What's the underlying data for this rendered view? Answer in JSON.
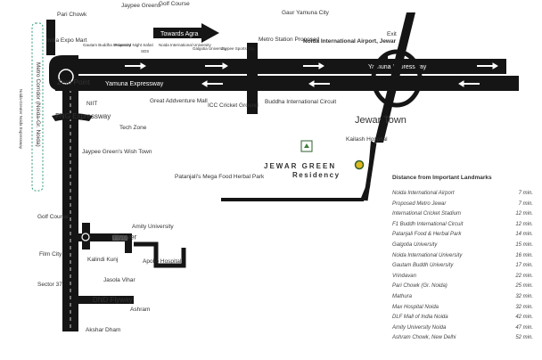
{
  "places": {
    "pari_chowk": "Pari Chowk",
    "jaypee_greens": "Jaypee Greens",
    "golf_course_top": "Golf Course",
    "gaur_yamuna_city": "Gaur Yamuna City",
    "exit": "Exit",
    "india_expo_mart": "India Expo Mart",
    "gautam_buddha_univ": "Gautam Buddha University",
    "proposed_night_safari": "Proposed Night Safari",
    "sds": "SDS",
    "noida_intl_univ": "Noida International University",
    "galgotia_univ": "Galgotia University",
    "jaypee_sports_city": "Jaypee Sports City",
    "metro_station_proposed": "Metro Station Proposed",
    "noida_airport": "Noida International Airport, Jewar",
    "point_marker": "Zero Point",
    "niit": "NIIT",
    "great_adventure_mall": "Great Addventure Mall",
    "icc_cricket_ground": "ICC Cricket Ground",
    "buddha_circuit": "Buddha International Circuit",
    "jewar_town": "Jewar Town",
    "tech_zone": "Tech Zone",
    "kailash_hospital": "Kailash Hospital",
    "jaypee_wish_town": "Jaypee Green's Wish Town",
    "patanjali": "Patanjali's Mega Food Herbal Park",
    "golf_course_left": "Golf Course",
    "amity_university": "Amity University",
    "film_city": "Film City",
    "kalindi_kunj": "Kalindi Kunj",
    "apollo_hospital": "Apollo Hospital",
    "jasola_vihar": "Jasola Vihar",
    "sector_37": "Sector 37",
    "ashram": "Ashram",
    "akshar_dham": "Akshar Dham",
    "flyover": "Flyover"
  },
  "roads": {
    "towards_agra": "Towards Agra",
    "yamuna_expressway_top": "Yamuna Expressway",
    "yamuna_expressway_bottom": "Yamuna Expressway",
    "fng_expressway": "FNG Expressway",
    "dnd_flyway": "DND Flyway",
    "metro_corridor": "Metro Corridor (Noida-Gr. Noida)",
    "side_note": "Noida-Greater Noida Expressway"
  },
  "project": {
    "name": "JEWAR GREEN",
    "subtitle": "Residency",
    "brand_color": "#3f7d3a",
    "marker_color": "#e0b81a"
  },
  "distances": {
    "title": "Distance from Important Landmarks",
    "rows": [
      {
        "place": "Noida International Airport",
        "dist": "7 min."
      },
      {
        "place": "Proposed Metro Jewar",
        "dist": "7 min."
      },
      {
        "place": "International Cricket Stadium",
        "dist": "12 min."
      },
      {
        "place": "F1 Buddh International Circuit",
        "dist": "12 min."
      },
      {
        "place": "Patanjali Food & Herbal Park",
        "dist": "14 min."
      },
      {
        "place": "Galgotia University",
        "dist": "15 min."
      },
      {
        "place": "Noida International University",
        "dist": "16 min."
      },
      {
        "place": "Gautam Buddh University",
        "dist": "17 min."
      },
      {
        "place": "Vrindavan",
        "dist": "22 min."
      },
      {
        "place": "Pari Chowk (Gr. Noida)",
        "dist": "25 min."
      },
      {
        "place": "Mathura",
        "dist": "32 min."
      },
      {
        "place": "Max Hospital Noida",
        "dist": "32 min."
      },
      {
        "place": "DLF Mall of India Noida",
        "dist": "42 min."
      },
      {
        "place": "Amity University Noida",
        "dist": "47 min."
      },
      {
        "place": "Ashram Chowk, New Delhi",
        "dist": "52 min."
      }
    ]
  }
}
